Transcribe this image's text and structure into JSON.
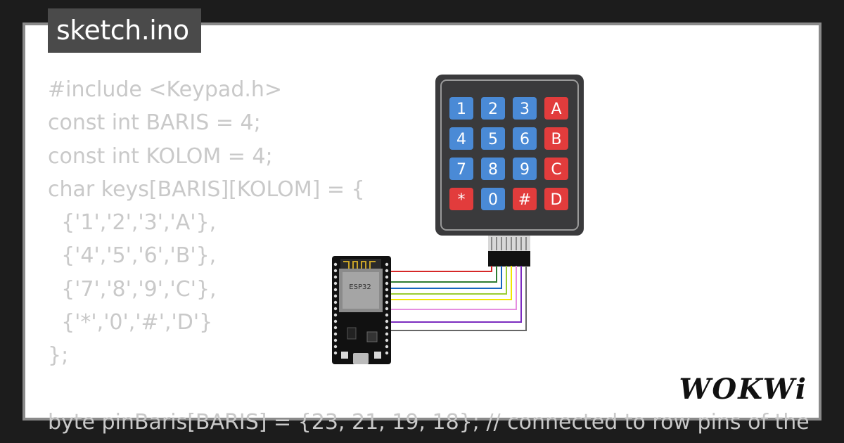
{
  "tab": {
    "filename": "sketch.ino"
  },
  "code_lines": [
    "#include <Keypad.h>",
    "const int BARIS = 4;",
    "const int KOLOM = 4;",
    "char keys[BARIS][KOLOM] = {",
    "  {'1','2','3','A'},",
    "  {'4','5','6','B'},",
    "  {'7','8','9','C'},",
    "  {'*','0','#','D'}",
    "};",
    "",
    "byte pinBaris[BARIS] = {23, 21, 19, 18}; // connected to row pins of the"
  ],
  "keypad": {
    "keys": [
      [
        "1",
        "2",
        "3",
        "A"
      ],
      [
        "4",
        "5",
        "6",
        "B"
      ],
      [
        "7",
        "8",
        "9",
        "C"
      ],
      [
        "*",
        "0",
        "#",
        "D"
      ]
    ]
  },
  "board": {
    "chip_label": "ESP32"
  },
  "brand": {
    "logo": "WOKWi"
  },
  "colors": {
    "key_blue": "#4a8ad6",
    "key_red": "#e23c3c",
    "keypad_body": "#3a3a3c",
    "wires": [
      "#d62828",
      "#2e7d32",
      "#1565c0",
      "#9acd32",
      "#f2e600",
      "#e58ee0",
      "#7b2cbf",
      "#666666"
    ]
  }
}
